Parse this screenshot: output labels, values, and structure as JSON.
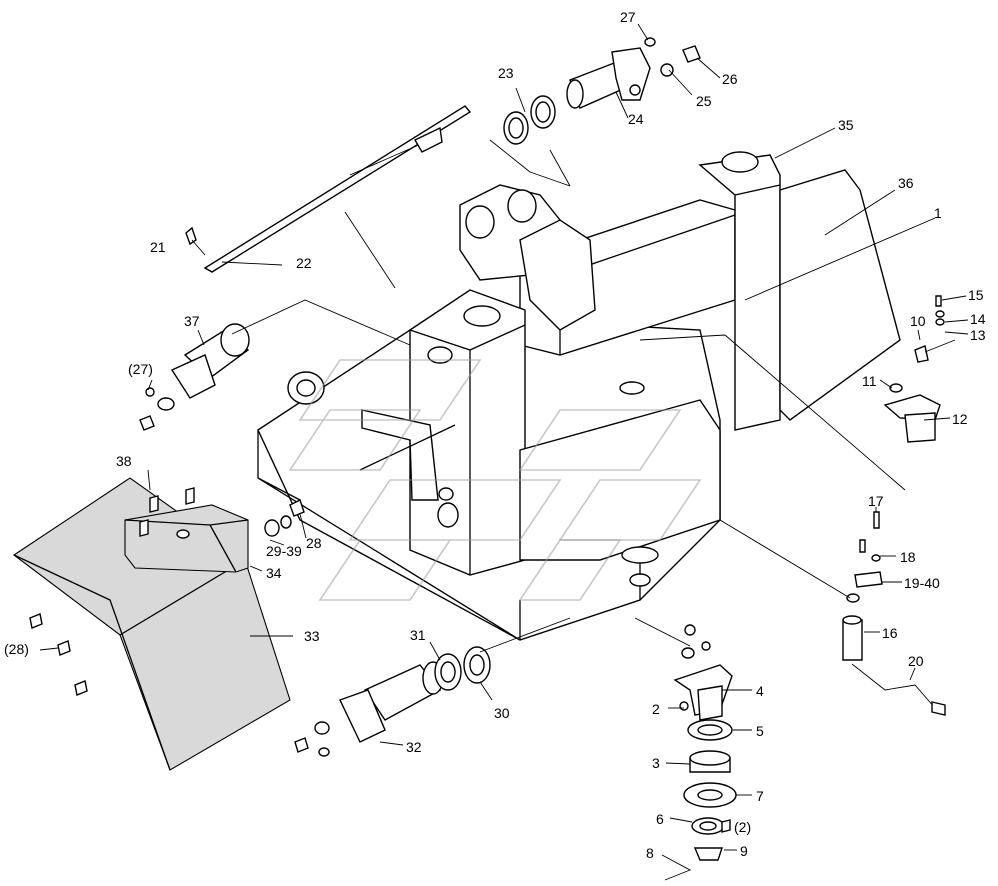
{
  "callouts": {
    "c1": "1",
    "c2": "2",
    "c2p": "(2)",
    "c3": "3",
    "c4": "4",
    "c5": "5",
    "c6": "6",
    "c7": "7",
    "c8": "8",
    "c9": "9",
    "c10": "10",
    "c11": "11",
    "c12": "12",
    "c13": "13",
    "c14": "14",
    "c15": "15",
    "c16": "16",
    "c17": "17",
    "c18": "18",
    "c19_40": "19-40",
    "c20": "20",
    "c21": "21",
    "c22": "22",
    "c23": "23",
    "c24": "24",
    "c25": "25",
    "c26": "26",
    "c27": "27",
    "c27p": "(27)",
    "c28": "28",
    "c28p": "(28)",
    "c29_39": "29-39",
    "c30": "30",
    "c31": "31",
    "c32": "32",
    "c33": "33",
    "c34": "34",
    "c35": "35",
    "c36": "36",
    "c37": "37",
    "c38": "38"
  },
  "colors": {
    "line": "#000000",
    "shade": "#d9d9d9",
    "watermark": "#9a9a9a"
  }
}
